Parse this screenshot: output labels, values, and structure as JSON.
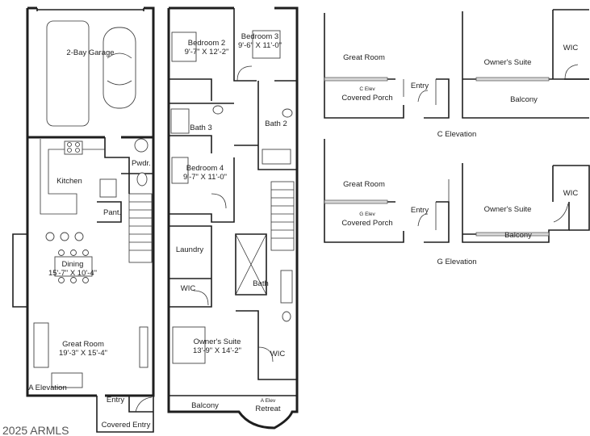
{
  "watermark": "2025 ARMLS",
  "first_floor": {
    "garage": "2-Bay Garage",
    "kitchen": "Kitchen",
    "powder": "Pwdr.",
    "pantry": "Pant.",
    "dining": {
      "name": "Dining",
      "size": "15'-7\" X 10'-4\""
    },
    "great_room": {
      "name": "Great Room",
      "size": "19'-3\" X 15'-4\""
    },
    "elevation_note": "A Elevation",
    "entry": "Entry",
    "covered_entry": "Covered Entry"
  },
  "second_floor": {
    "bedroom2": {
      "name": "Bedroom 2",
      "size": "9'-7\" X 12'-2\""
    },
    "bedroom3": {
      "name": "Bedroom 3",
      "size": "9'-6\" X 11'-0\""
    },
    "bath3": "Bath 3",
    "bath2": "Bath 2",
    "bedroom4": {
      "name": "Bedroom 4",
      "size": "9'-7\" X 11'-0\""
    },
    "laundry": "Laundry",
    "wic": "WIC",
    "bath": "Bath",
    "owners_suite": {
      "name": "Owner's Suite",
      "size": "13'-9\" X 14'-2\""
    },
    "wic2": "WIC",
    "balcony": "Balcony",
    "elevation_note": "A Elev",
    "retreat": "Retreat"
  },
  "c_elevation": {
    "great_room": "Great Room",
    "elev_note": "C Elev",
    "covered_porch": "Covered Porch",
    "entry": "Entry",
    "owners_suite": "Owner's Suite",
    "wic": "WIC",
    "balcony": "Balcony",
    "caption": "C Elevation"
  },
  "g_elevation": {
    "great_room": "Great Room",
    "elev_note": "G Elev",
    "covered_porch": "Covered Porch",
    "entry": "Entry",
    "owners_suite": "Owner's Suite",
    "wic": "WIC",
    "balcony": "Balcony",
    "caption": "G Elevation"
  }
}
